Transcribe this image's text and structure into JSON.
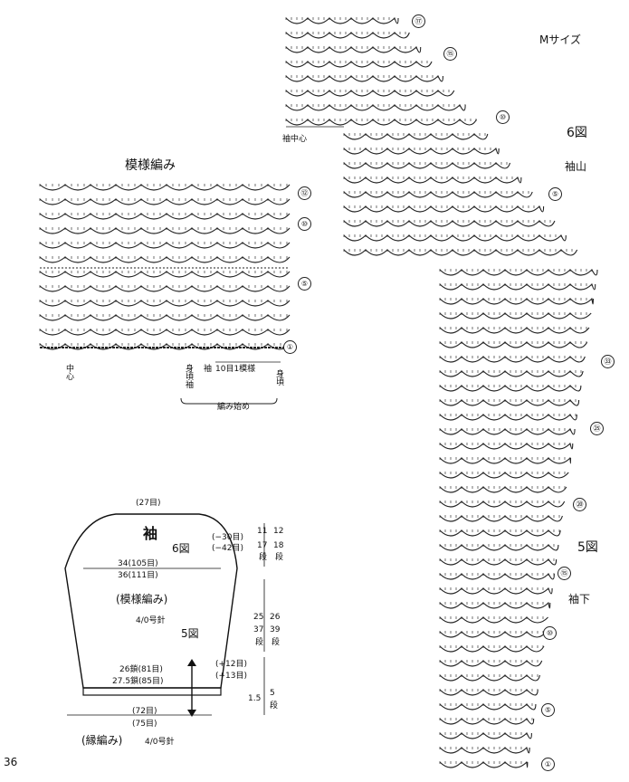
{
  "page_number": "36",
  "chart_title": "模様編み",
  "left_chart": {
    "row_markers": [
      "⑫",
      "⑩",
      "⑤",
      "①"
    ],
    "bottom_labels": {
      "center": "中心",
      "body_sleeve": "身頃袖",
      "sleeve": "袖",
      "repeat": "10目1模様",
      "body": "身頃",
      "start": "編み始め"
    }
  },
  "right_chart": {
    "size": "Mサイズ",
    "fig6": "6図",
    "sleeve_cap": "袖山",
    "fig5": "5図",
    "sleeve_under": "袖下",
    "sleeve_center": "袖中心",
    "row_markers_cap": [
      "⑰",
      "⑮",
      "⑩",
      "⑤"
    ],
    "row_markers_under": [
      "㉝",
      "㉕",
      "⑳",
      "⑮",
      "⑩",
      "⑤",
      "①"
    ]
  },
  "schematic": {
    "top_count": "(27目)",
    "title": "袖",
    "fig6": "6図",
    "width1": "34(105目)",
    "width2": "36(111目)",
    "pattern": "(模様編み)",
    "needle": "4/0号針",
    "fig5": "5図",
    "cuff1": "26鎖(81目)",
    "cuff2": "27.5鎖(85目)",
    "bottom1": "(72目)",
    "bottom2": "(75目)",
    "edging": "(縁編み)",
    "edging_needle": "4/0号針",
    "dec1": "(−30目)",
    "dec2": "(−42目)",
    "inc1": "(+12目)",
    "inc2": "(+13目)",
    "cap_h": [
      "11",
      "12",
      "17",
      "18",
      "段",
      "段"
    ],
    "body_h": [
      "25",
      "26",
      "37",
      "39",
      "段",
      "段"
    ],
    "edge_h": [
      "1.5",
      "5",
      "段"
    ]
  }
}
